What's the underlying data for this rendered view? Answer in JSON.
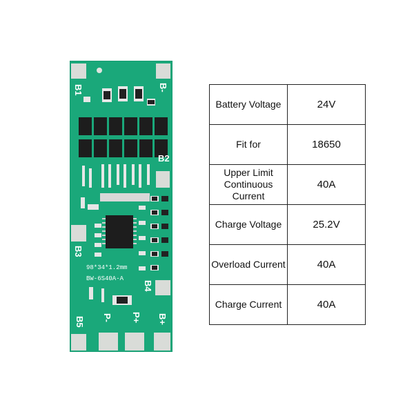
{
  "board": {
    "pads": [
      "B1",
      "B-",
      "B2",
      "B3",
      "B4",
      "B5",
      "P-",
      "P+",
      "B+"
    ],
    "silkscreen_size": "98*34*1.2mm",
    "silkscreen_model": "BW-6S40A-A",
    "colors": {
      "pcb": "#1aa87a",
      "pad": "#d9dcd8",
      "chip": "#1d1d1d",
      "silk": "#ffffff"
    }
  },
  "specs": [
    {
      "label": "Battery Voltage",
      "value": "24V"
    },
    {
      "label": "Fit for",
      "value": "18650"
    },
    {
      "label": "Upper Limit Continuous Current",
      "label_lines": [
        "Upper Limit",
        "Continuous",
        "Current"
      ],
      "value": "40A"
    },
    {
      "label": "Charge Voltage",
      "value": "25.2V"
    },
    {
      "label": "Overload Current",
      "value": "40A"
    },
    {
      "label": "Charge Current",
      "value": "40A"
    }
  ]
}
